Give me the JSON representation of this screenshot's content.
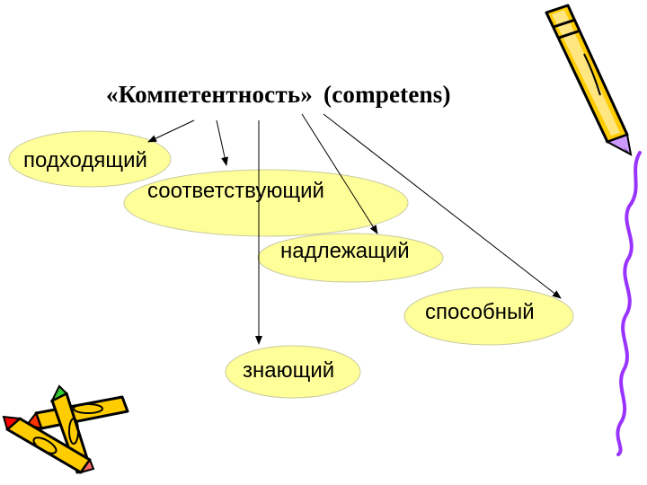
{
  "title": {
    "main": "«Компетентность»",
    "sub": "(competens)"
  },
  "colors": {
    "ellipse_fill": "#ffff99",
    "ellipse_stroke": "#c9c9a0",
    "arrow": "#000000",
    "pencil_yellow": "#ffcc00",
    "pencil_red": "#ff0000",
    "pencil_purple": "#9933ff"
  },
  "nodes": [
    {
      "id": "podkhodyashchiy",
      "label": "подходящий"
    },
    {
      "id": "sootvetstvuyushchiy",
      "label": "соответствующий"
    },
    {
      "id": "nadlezhashchiy",
      "label": "надлежащий"
    },
    {
      "id": "sposobnyy",
      "label": "способный"
    },
    {
      "id": "znayushchiy",
      "label": "знающий"
    }
  ],
  "decorations": [
    "pencil-clipart-top-right",
    "wavy-purple-line",
    "crossed-pencils-clipart"
  ]
}
